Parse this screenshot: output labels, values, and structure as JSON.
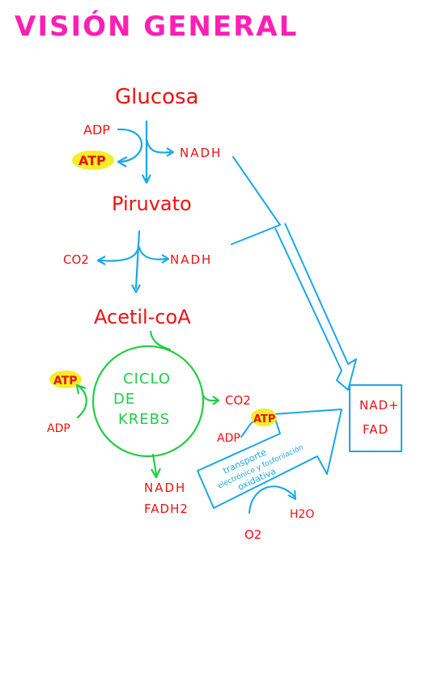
{
  "title": "VISIÓN GENERAL",
  "colors": {
    "title": "#ff1fb4",
    "text_red": "#ee1111",
    "blue": "#1aa7e8",
    "green": "#22cc44",
    "highlight": "#f2ee2a"
  },
  "glycolysis": {
    "glucose": "Glucosa",
    "adp": "ADP",
    "atp": "ATP",
    "nadh": "NADH",
    "pyruvate": "Piruvato"
  },
  "pyruvate_oxidation": {
    "co2": "CO2",
    "nadh": "NADH",
    "acetyl_coa": "Acetil-coA"
  },
  "krebs": {
    "line1": "CICLO",
    "line2": "DE",
    "line3": "KREBS",
    "atp": "ATP",
    "adp": "ADP",
    "co2": "CO2",
    "nadh": "NADH",
    "fadh2": "FADH2"
  },
  "etc": {
    "adp": "ADP",
    "atp": "ATP",
    "arrow_line1": "transporte",
    "arrow_line2": "electrónico y fosforilación",
    "arrow_line3": "oxidativa",
    "box_line1": "NAD+",
    "box_line2": "FAD",
    "o2": "O2",
    "h2o": "H2O"
  }
}
